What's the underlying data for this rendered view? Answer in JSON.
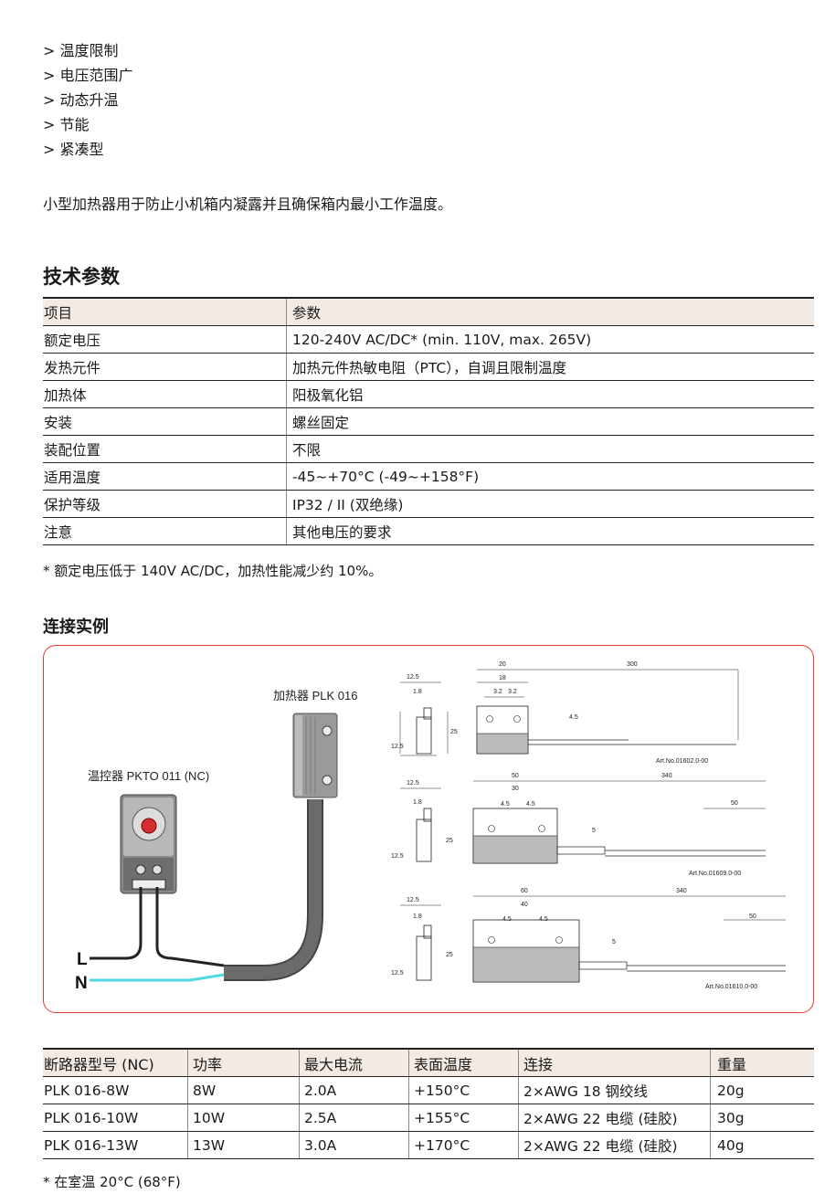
{
  "features": [
    "> 温度限制",
    "> 电压范围广",
    "> 动态升温",
    "> 节能",
    "> 紧凑型"
  ],
  "intro": "小型加热器用于防止小机箱内凝露并且确保箱内最小工作温度。",
  "spec_heading": "技术参数",
  "spec_table": {
    "headers": [
      "项目",
      "参数"
    ],
    "rows": [
      [
        "额定电压",
        "120-240V AC/DC* (min. 110V, max. 265V)"
      ],
      [
        "发热元件",
        "加热元件热敏电阻（PTC），自调且限制温度"
      ],
      [
        "加热体",
        "阳极氧化铝"
      ],
      [
        "安装",
        "螺丝固定"
      ],
      [
        "装配位置",
        "不限"
      ],
      [
        "适用温度",
        "-45~+70°C (-49~+158°F)"
      ],
      [
        "保护等级",
        "IP32 / II (双绝缘)"
      ],
      [
        "注意",
        "其他电压的要求"
      ]
    ]
  },
  "spec_footnote": "* 额定电压低于 140V AC/DC，加热性能减少约 10%。",
  "connection_heading": "连接实例",
  "diagram": {
    "heater_label": "加热器 PLK 016",
    "thermostat_label": "温控器 PKTO 011 (NC)",
    "wire_l": "L",
    "wire_n": "N",
    "drawings": [
      {
        "art_no": "Art.No.01602.0-00",
        "dims": [
          "12.5",
          "1.8",
          "12.5",
          "25",
          "20",
          "18",
          "3.2",
          "3.2",
          "4.5",
          "300"
        ]
      },
      {
        "art_no": "Art.No.01609.0-00",
        "dims": [
          "12.5",
          "1.8",
          "12.5",
          "25",
          "50",
          "30",
          "4.5",
          "4.5",
          "5",
          "340",
          "50"
        ]
      },
      {
        "art_no": "Art.No.01610.0-00",
        "dims": [
          "12.5",
          "1.8",
          "12.5",
          "25",
          "60",
          "40",
          "4.5",
          "4.5",
          "5",
          "340",
          "50"
        ]
      }
    ]
  },
  "product_table": {
    "headers": [
      "断路器型号 (NC)",
      "功率",
      "最大电流",
      "表面温度",
      "连接",
      "重量"
    ],
    "rows": [
      [
        "PLK 016-8W",
        "8W",
        "2.0A",
        "+150°C",
        "2×AWG 18 钢绞线",
        "20g"
      ],
      [
        "PLK 016-10W",
        "10W",
        "2.5A",
        "+155°C",
        "2×AWG 22 电缆 (硅胶)",
        "30g"
      ],
      [
        "PLK 016-13W",
        "13W",
        "3.0A",
        "+170°C",
        "2×AWG 22 电缆 (硅胶)",
        "40g"
      ]
    ]
  },
  "product_footnote": "* 在室温 20°C (68°F)",
  "colors": {
    "accent_border": "#e53935",
    "header_bg": "#f3ebe3",
    "n_wire": "#4fd8e0",
    "thermostat_button": "#d32f2f"
  }
}
